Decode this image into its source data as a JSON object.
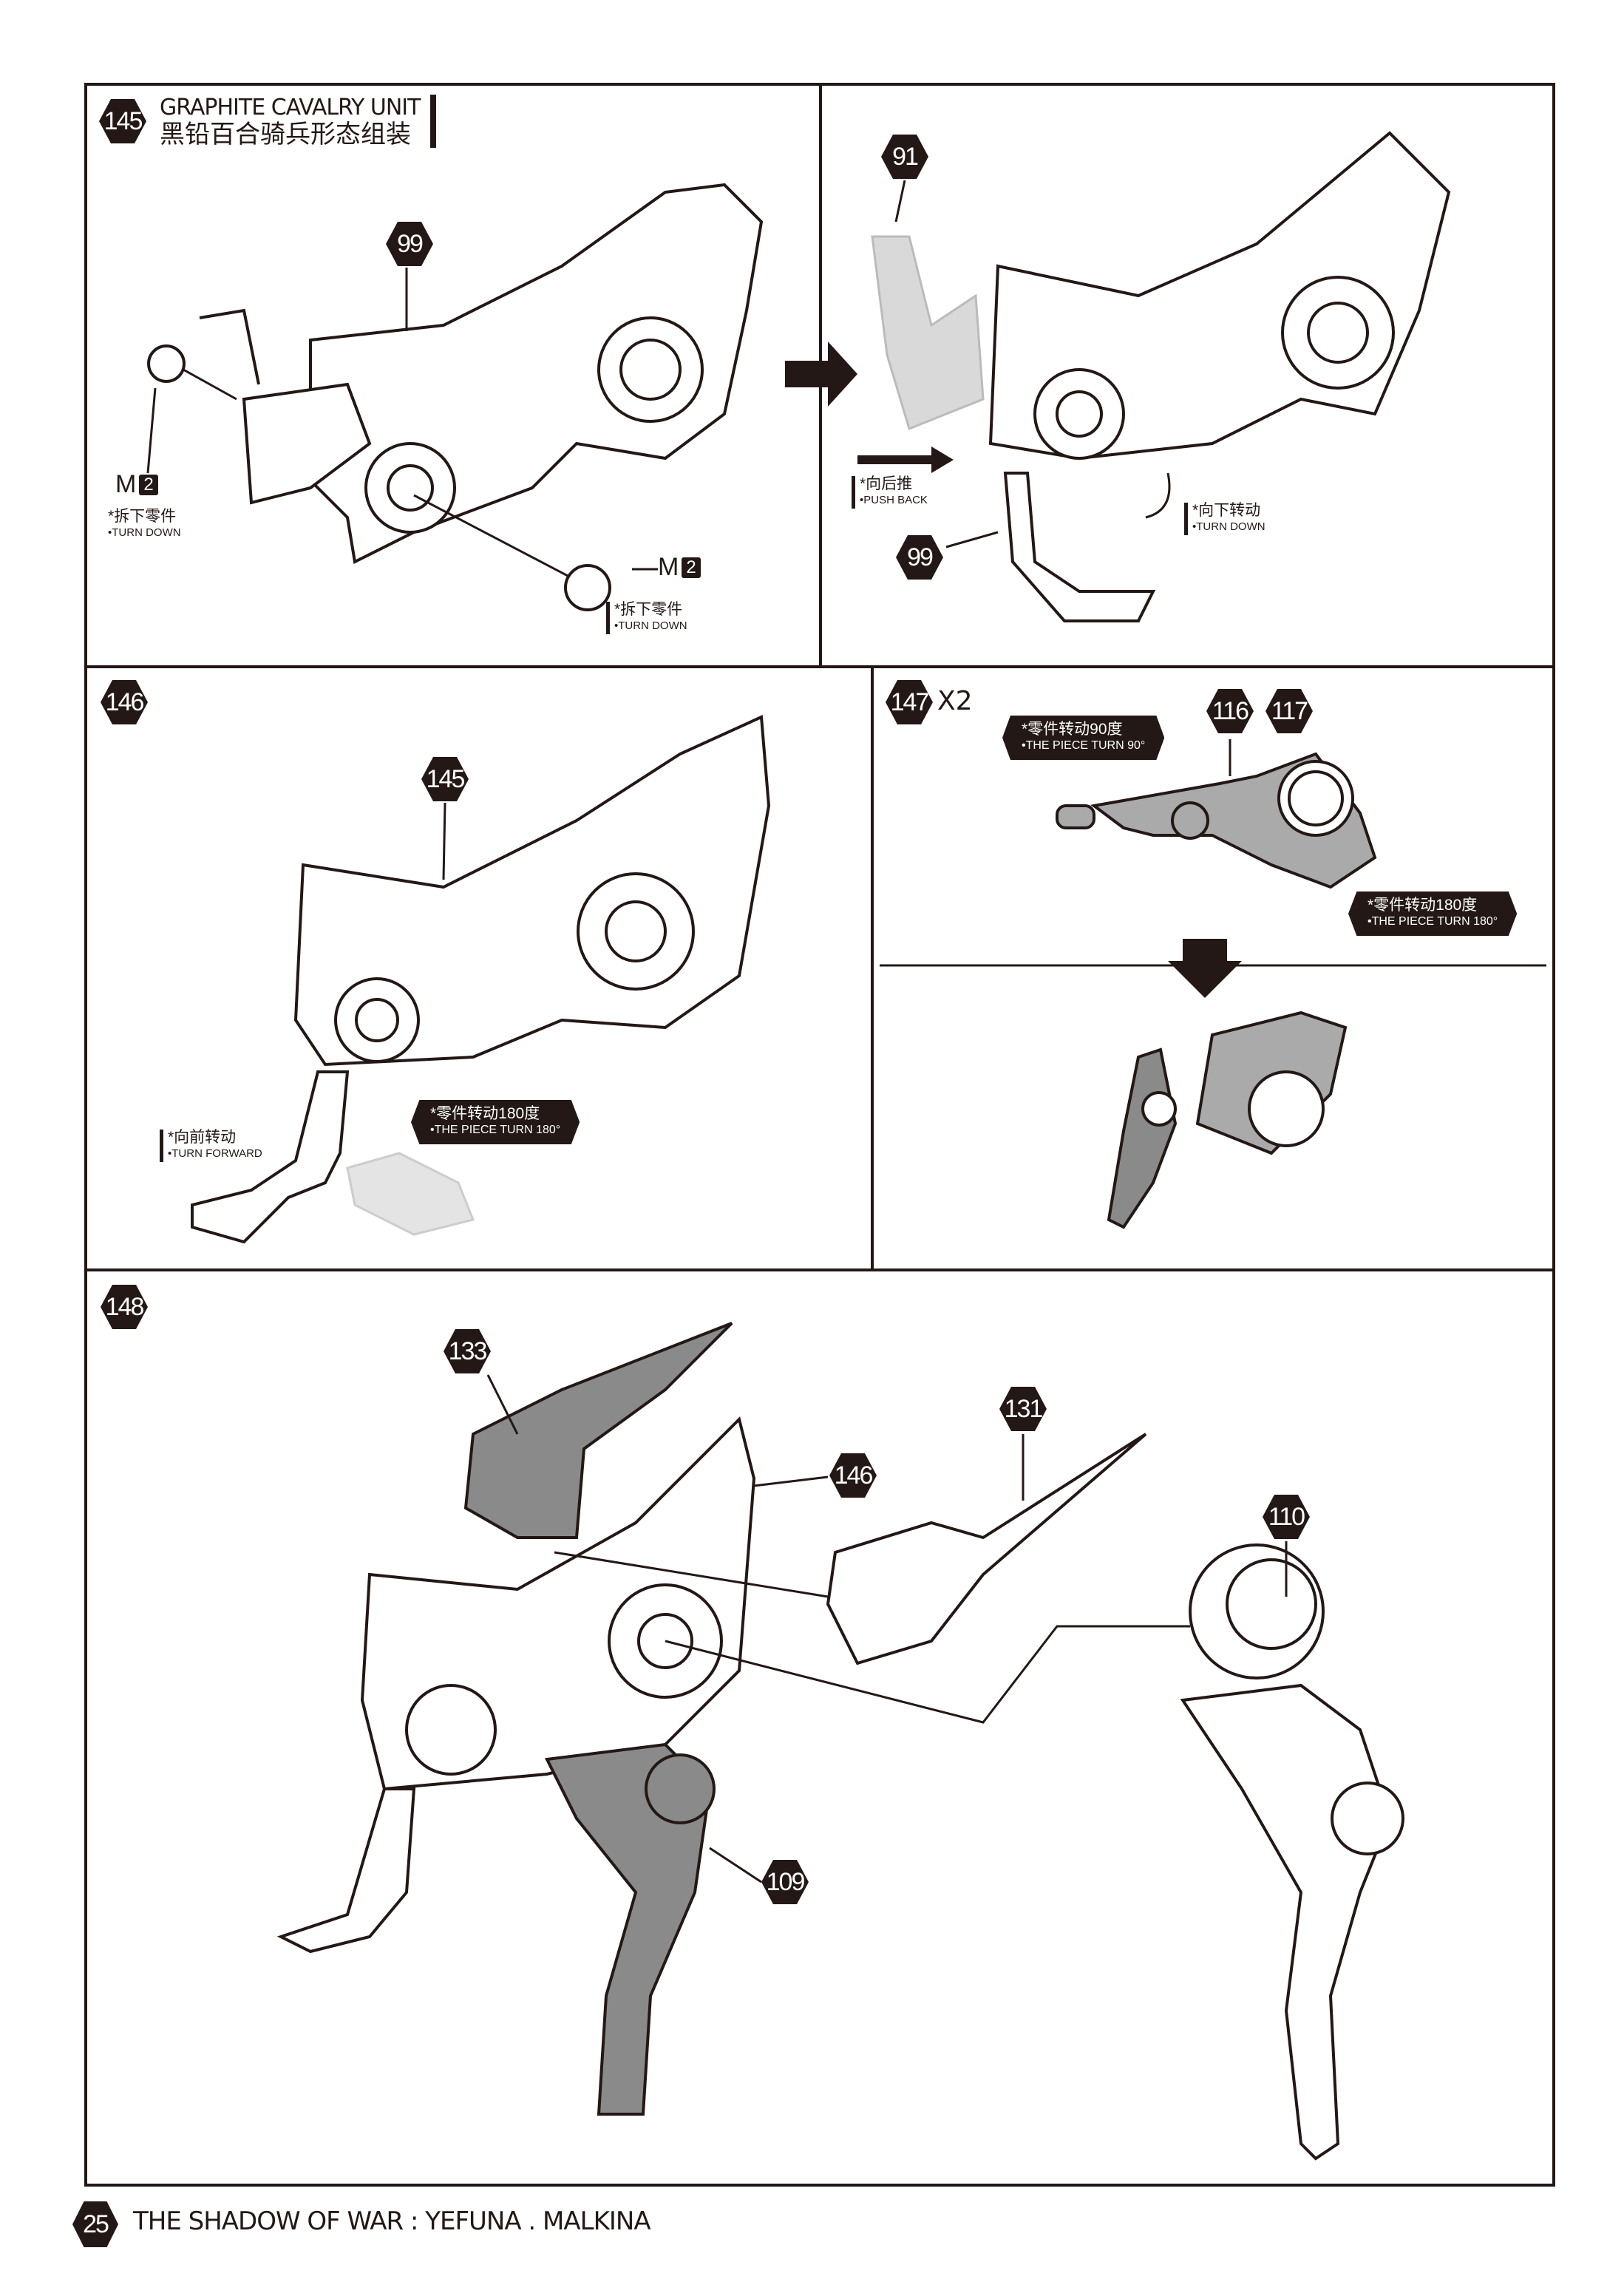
{
  "step145": {
    "number": "145",
    "title_en": "GRAPHITE CAVALRY UNIT",
    "title_cn": "黑铅百合骑兵形态组装",
    "parts": [
      "99",
      "91",
      "99"
    ],
    "m_tag_1": {
      "letter": "M",
      "num": "2"
    },
    "m_tag_2": {
      "letter": "M",
      "num": "2"
    },
    "note_remove_1": {
      "cn": "*拆下零件",
      "en": "•TURN DOWN"
    },
    "note_remove_2": {
      "cn": "*拆下零件",
      "en": "•TURN DOWN"
    },
    "note_push": {
      "cn": "*向后推",
      "en": "•PUSH BACK"
    },
    "note_turn_down": {
      "cn": "*向下转动",
      "en": "•TURN DOWN"
    }
  },
  "step146": {
    "number": "146",
    "parts": [
      "145"
    ],
    "note_forward": {
      "cn": "*向前转动",
      "en": "•TURN FORWARD"
    },
    "callout": {
      "cn": "*零件转动180度",
      "en": "•THE PIECE TURN 180°"
    }
  },
  "step147": {
    "number": "147",
    "multiplier": "X2",
    "parts": [
      "116",
      "117"
    ],
    "callout_90": {
      "cn": "*零件转动90度",
      "en": "•THE PIECE TURN 90°"
    },
    "callout_180": {
      "cn": "*零件转动180度",
      "en": "•THE PIECE TURN 180°"
    }
  },
  "step148": {
    "number": "148",
    "parts": [
      "133",
      "146",
      "131",
      "110",
      "109"
    ]
  },
  "footer": {
    "page": "25",
    "title": "THE SHADOW OF WAR : YEFUNA . MALKINA"
  }
}
